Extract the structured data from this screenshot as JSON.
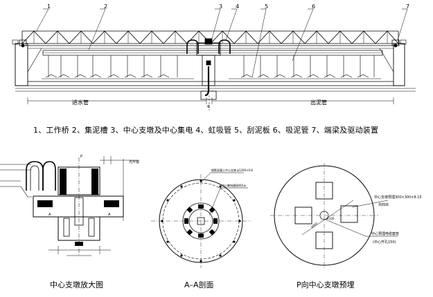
{
  "callouts": [
    "1",
    "2",
    "3",
    "4",
    "5",
    "6",
    "7"
  ],
  "main_view": {
    "inlet_label": "进水管",
    "sludge_outlet_label": "出泥管",
    "center_mark": "Φ"
  },
  "legend_text": "1、工作桥 2、集泥槽 3、中心支墩及中心集电 4、虹吸管 5、刮泥板 6、吸泥管 7、端梁及驱动装置",
  "detail_center_pier": {
    "caption": "中心支墩放大图",
    "top_note": "光开窗",
    "mark_p": "P",
    "mark_a1": "A",
    "mark_a2": "A"
  },
  "section_aa": {
    "caption": "A–A剖面",
    "note1": "钢筋混凝土中心支墩 φ1200×0.8",
    "note2": "中心集电器接线孔φ"
  },
  "view_p": {
    "caption": "P向中心支墩预埋",
    "note1": "中心支墩预埋300×300×8.15",
    "note2": "共四块",
    "note3": "中心预埋电缆套管",
    "note4": "(中心开孔150)",
    "dim1": "φ900",
    "dim2": "R100"
  }
}
